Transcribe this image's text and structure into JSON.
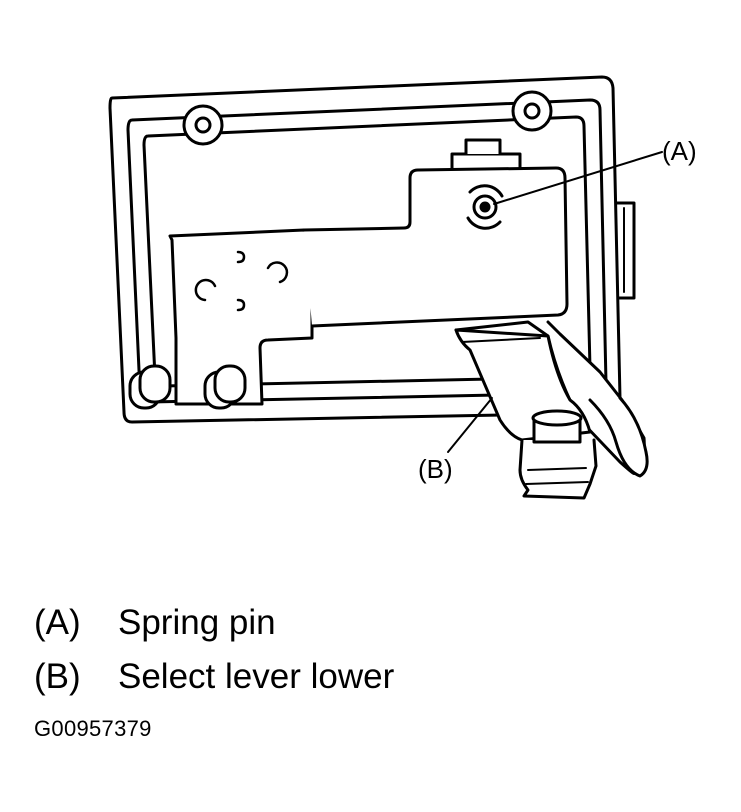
{
  "callouts": {
    "a": "(A)",
    "b": "(B)"
  },
  "legend": [
    {
      "key": "(A)",
      "text": "Spring pin"
    },
    {
      "key": "(B)",
      "text": "Select lever lower"
    }
  ],
  "figure_code": "G00957379"
}
